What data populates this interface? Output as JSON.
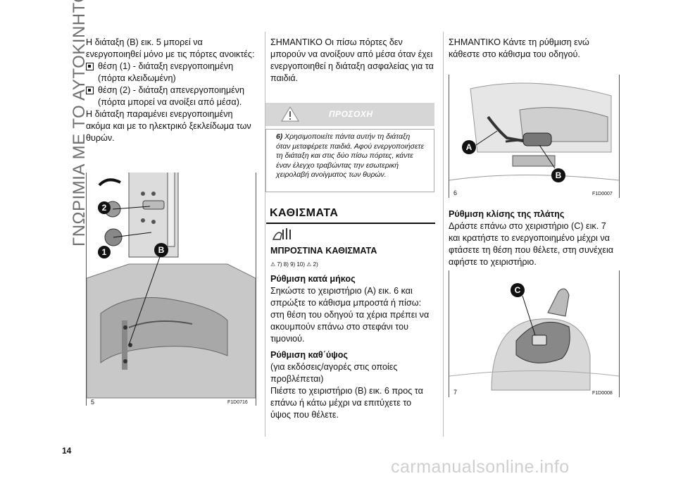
{
  "side_title": "ΓΝΩΡΙΜΙΑ ΜΕ ΤΟ ΑΥΤΟΚΙΝΗΤΟ",
  "page_number": "14",
  "watermark": "carmanualsonline.info",
  "col1": {
    "intro": "Η διάταξη (B) εικ. 5 μπορεί να ενεργοποιηθεί μόνο με τις πόρτες ανοικτές:",
    "bullet1": "θέση (1) - διάταξη ενεργοποιημένη (πόρτα κλειδωμένη)",
    "bullet2": "θέση (2) - διάταξη απενεργοποιημένη (πόρτα μπορεί να ανοίξει από μέσα).",
    "outro": "Η διάταξη παραμένει ενεργοποιημένη ακόμα και με το ηλεκτρικό ξεκλείδωμα των θυρών.",
    "figure": {
      "number": "5",
      "code": "F1D0716",
      "labels": [
        "2",
        "1",
        "B"
      ]
    }
  },
  "col2": {
    "note": "ΣΗΜΑΝΤΙΚΟ Οι πίσω πόρτες δεν μπορούν να ανοίξουν από μέσα όταν έχει ενεργοποιηθεί η διάταξη ασφαλείας για τα παιδιά.",
    "caution_label": "ΠΡΟΣΟΧΗ",
    "caution_num": "6)",
    "caution_text": "Χρησιμοποιείτε πάντα αυτήν τη διάταξη όταν μεταφέρετε παιδιά. Αφού ενεργοποιήσετε τη διάταξη και στις δύο πίσω πόρτες, κάντε έναν έλεγχο τραβώντας την εσωτερική χειρολαβή ανοίγματος των θυρών.",
    "section_title": "ΚΑΘΙΣΜΑΤΑ",
    "subsection_title": "ΜΠΡΟΣΤΙΝΑ ΚΑΘΙΣΜΑΤΑ",
    "refs1": "7)  8)  9)  10)",
    "refs2": "2)",
    "h_length": "Ρύθμιση κατά μήκος",
    "p_length": "Σηκώστε το χειριστήριο (A) εικ. 6 και σπρώξτε το κάθισμα μπροστά ή πίσω: στη θέση του οδηγού τα χέρια πρέπει να ακουμπούν επάνω στο στεφάνι του τιμονιού.",
    "h_height": "Ρύθμιση καθ΄ύψος",
    "p_height_note": "(για εκδόσεις/αγορές στις οποίες προβλέπεται)",
    "p_height": "Πιέστε το χειριστήριο (B) εικ. 6 προς τα επάνω ή κάτω μέχρι να επιτύχετε το ύψος που θέλετε."
  },
  "col3": {
    "note": "ΣΗΜΑΝΤΙΚΟ Κάντε τη ρύθμιση ενώ κάθεστε στο κάθισμα του οδηγού.",
    "figure6": {
      "number": "6",
      "code": "F1D0007",
      "labels": [
        "A",
        "B"
      ]
    },
    "h_back": "Ρύθμιση κλίσης της πλάτης",
    "p_back": "Δράστε επάνω στο χειριστήριο (C) εικ. 7 και κρατήστε το ενεργοποιημένο μέχρι να φτάσετε τη θέση που θέλετε, στη συνέχεια αφήστε το χειριστήριο.",
    "figure7": {
      "number": "7",
      "code": "F1D0008",
      "labels": [
        "C"
      ]
    }
  }
}
